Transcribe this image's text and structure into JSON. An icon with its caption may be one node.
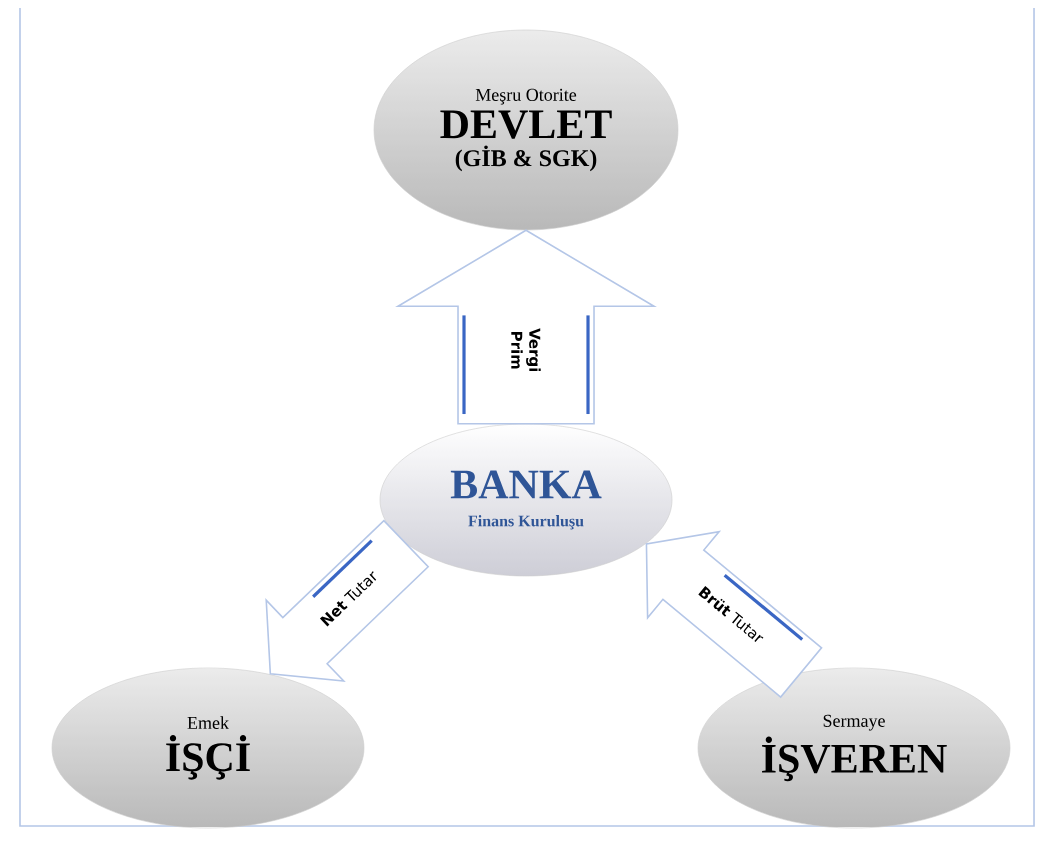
{
  "diagram": {
    "nodes": [
      {
        "text": [
          "Meşru Otorite",
          "DEVLET",
          "(GİB & SGK)"
        ]
      },
      {
        "text": [
          "BANKA",
          "Finans Kuruluşu"
        ]
      },
      {
        "text": [
          "Emek",
          "İŞÇİ"
        ]
      },
      {
        "text": [
          "Sermaye",
          "İŞVEREN"
        ]
      }
    ],
    "edges": [
      {
        "from": 1,
        "to": 0,
        "arrow": "to",
        "label": "Vergi Prim"
      },
      {
        "from": 1,
        "to": 2,
        "arrow": "to",
        "label": "**Net** Tutar"
      },
      {
        "from": 3,
        "to": 1,
        "arrow": "to",
        "label": "**Brüt** Tutar"
      }
    ]
  }
}
